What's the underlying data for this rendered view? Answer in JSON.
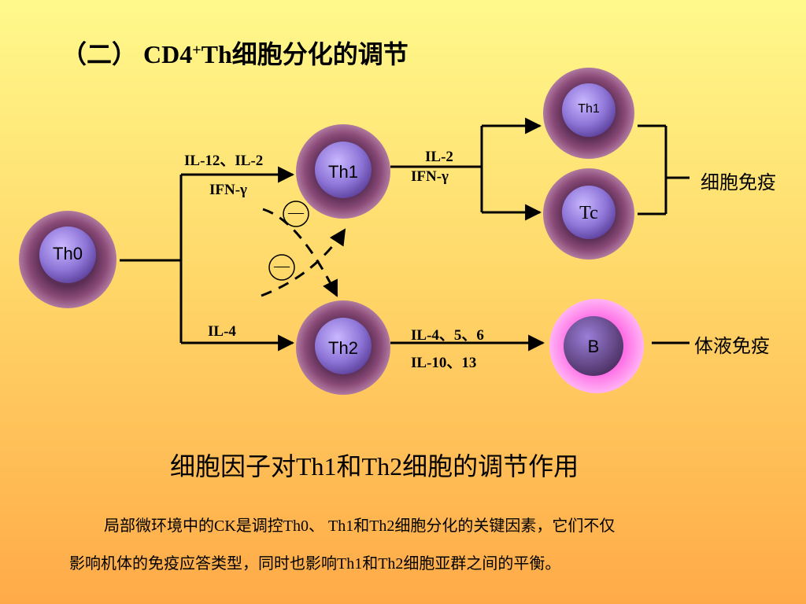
{
  "title": {
    "prefix": "（二）",
    "main": "CD4",
    "sup": "+",
    "suffix": "Th细胞分化的调节"
  },
  "cells": {
    "th0": "Th0",
    "th1_mid": "Th1",
    "th2": "Th2",
    "th1_top": "Th1",
    "tc": "Tc",
    "b": "B"
  },
  "labels": {
    "il12_il2": "IL-12、IL-2",
    "ifn_left": "IFN-γ",
    "il4_left": "IL-4",
    "il2_right": "IL-2",
    "ifn_right": "IFN-γ",
    "il456": "IL-4、5、6",
    "il10_13": "IL-10、13",
    "minus": "—"
  },
  "outputs": {
    "cellular": "细胞免疫",
    "humoral": "体液免疫"
  },
  "subtitle": "细胞因子对Th1和Th2细胞的调节作用",
  "paragraph": {
    "line1": "局部微环境中的CK是调控Th0、 Th1和Th2细胞分化的关键因素，它们不仅",
    "line2": "影响机体的免疫应答类型，同时也影响Th1和Th2细胞亚群之间的平衡。"
  },
  "colors": {
    "cell_outer": "#8a4a78",
    "cell_inner": "#8e76d8",
    "b_outer": "#ff88ee",
    "b_inner": "#6a4a78"
  }
}
